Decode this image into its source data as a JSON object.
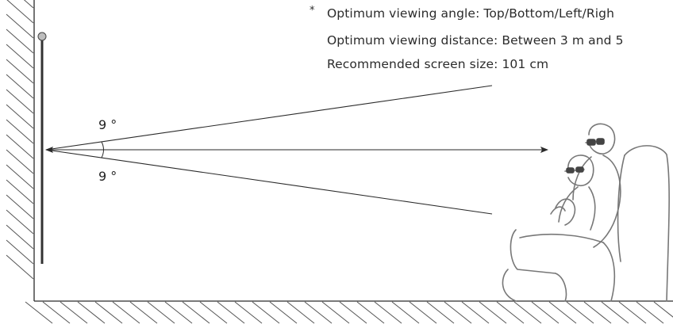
{
  "notes": {
    "asterisk": "*",
    "viewing_angle": "Optimum viewing angle: Top/Bottom/Left/Righ",
    "viewing_distance": "Optimum viewing distance: Between 3 m and 5",
    "screen_size": "Recommended screen size: 101 cm"
  },
  "angles": {
    "top": "9 °",
    "bottom": "9 °"
  },
  "colors": {
    "line": "#2a2a2a",
    "hatch": "#555555",
    "figure": "#777777",
    "knob_fill": "#bdbdbd"
  },
  "icons": {
    "wall": "wall-hatch-icon",
    "floor": "floor-hatch-icon",
    "viewers": "viewers-on-sofa-icon"
  }
}
